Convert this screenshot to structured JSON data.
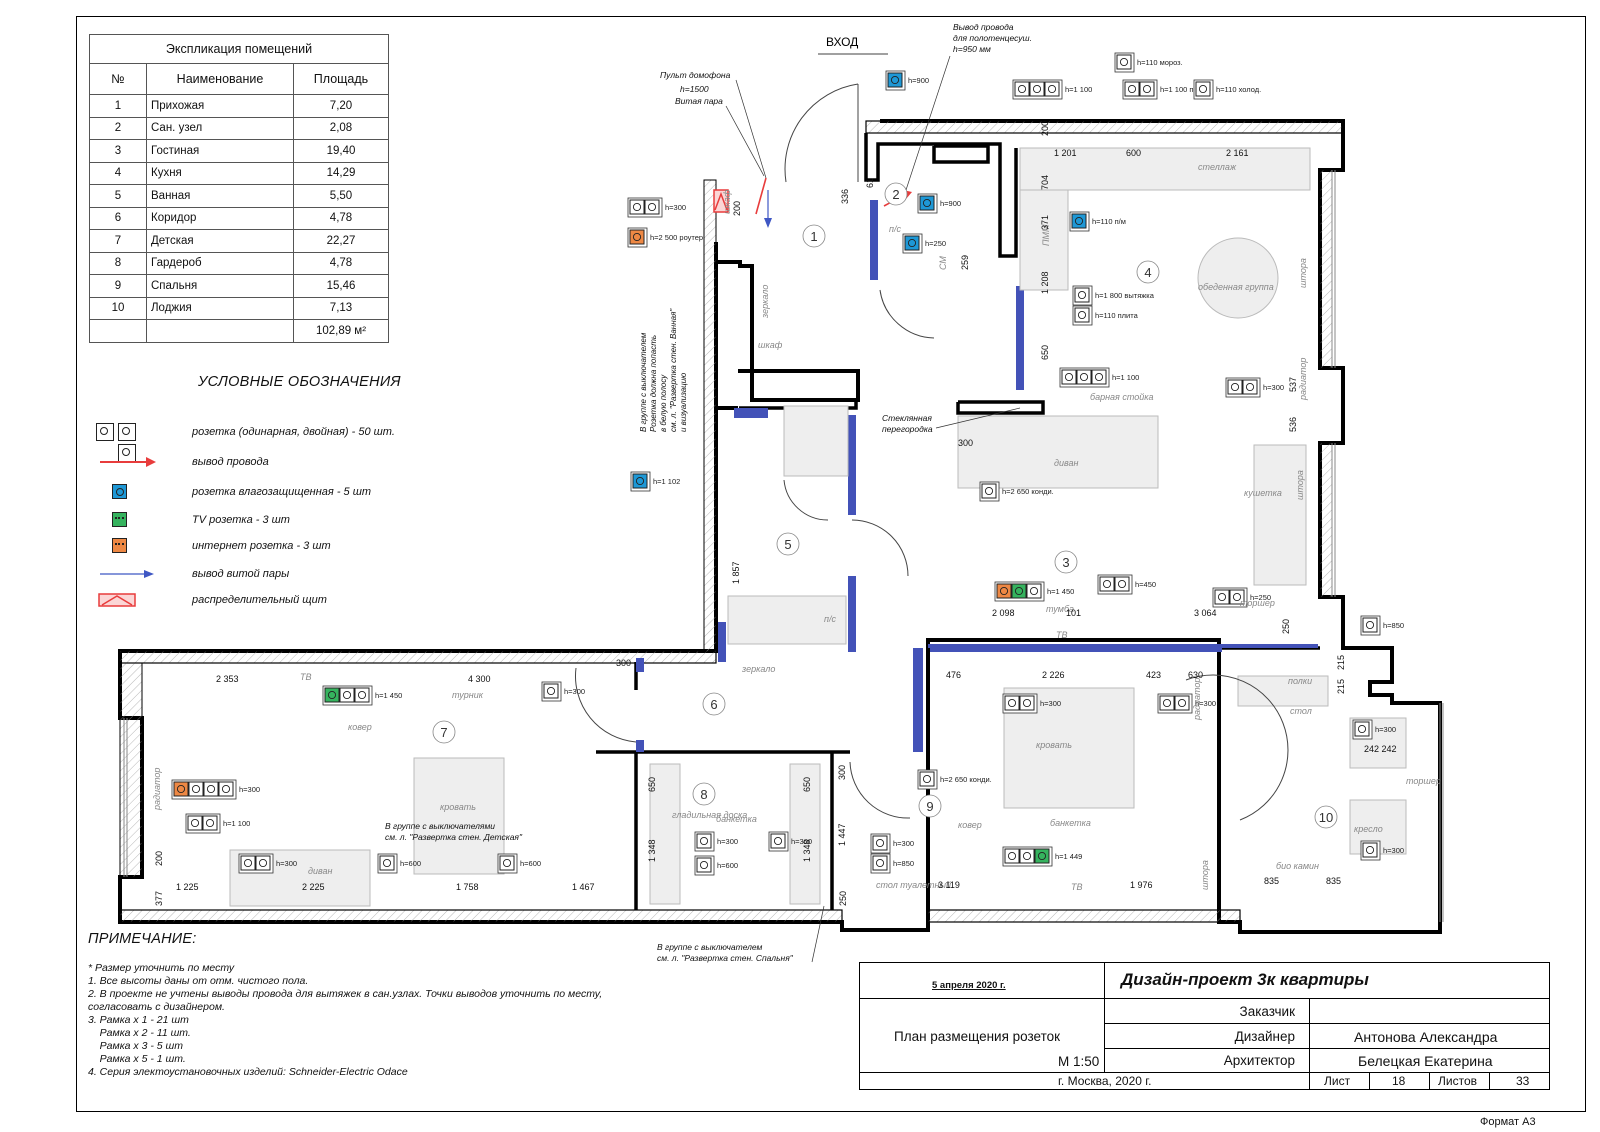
{
  "entrance": "ВХОД",
  "explication": {
    "caption": "Экспликация помещений",
    "headers": [
      "№",
      "Наименование",
      "Площадь"
    ],
    "rows": [
      [
        "1",
        "Прихожая",
        "7,20"
      ],
      [
        "2",
        "Сан. узел",
        "2,08"
      ],
      [
        "3",
        "Гостиная",
        "19,40"
      ],
      [
        "4",
        "Кухня",
        "14,29"
      ],
      [
        "5",
        "Ванная",
        "5,50"
      ],
      [
        "6",
        "Коридор",
        "4,78"
      ],
      [
        "7",
        "Детская",
        "22,27"
      ],
      [
        "8",
        "Гардероб",
        "4,78"
      ],
      [
        "9",
        "Спальня",
        "15,46"
      ],
      [
        "10",
        "Лоджия",
        "7,13"
      ]
    ],
    "total": "102,89 м²"
  },
  "legend": {
    "title": "УСЛОВНЫЕ ОБОЗНАЧЕНИЯ",
    "items": [
      {
        "icon": "socket-icon",
        "text": "розетка (одинарная, двойная) - 50 шт."
      },
      {
        "icon": "wire-outlet-arrow-icon",
        "color": "#e83c3c",
        "text": "вывод провода"
      },
      {
        "icon": "waterproof-socket-icon",
        "color": "#1e98d6",
        "text": "розетка влагозащищенная - 5 шт"
      },
      {
        "icon": "tv-socket-icon",
        "color": "#35b35e",
        "text": "TV розетка - 3 шт"
      },
      {
        "icon": "internet-socket-icon",
        "color": "#ee8844",
        "text": "интернет розетка - 3 шт"
      },
      {
        "icon": "twisted-pair-arrow-icon",
        "color": "#3f57c4",
        "text": "вывод витой пары"
      },
      {
        "icon": "distribution-board-icon",
        "color": "#e83c3c",
        "text": "распределительный щит"
      }
    ]
  },
  "notes": {
    "title": "ПРИМЕЧАНИЕ:",
    "lines": [
      "* Размер уточнить по месту",
      "1. Все высоты даны от отм. чистого пола.",
      "2. В проекте не учтены выводы провода для вытяжек в сан.узлах. Точки выводов уточнить по месту,",
      "согласовать с дизайнером.",
      "3. Рамка х 1 - 21 шт",
      "    Рамка х 2 - 11 шт.",
      "    Рамка х 3 - 5 шт",
      "    Рамка х 5 - 1 шт.",
      "4. Серия электоустановочных изделий: Schneider-Electric Odace"
    ]
  },
  "title_block": {
    "date": "5 апреля 2020 г.",
    "project": "Дизайн-проект 3к квартиры",
    "sheet_title": "План размещения розеток",
    "scale": "М 1:50",
    "customer_label": "Заказчик",
    "customer": "",
    "designer_label": "Дизайнер",
    "designer": "Антонова Александра",
    "architect_label": "Архитектор",
    "architect": "Белецкая Екатерина",
    "city": "г. Москва, 2020 г.",
    "sheet_label": "Лист",
    "sheet_no": "18",
    "sheets_label": "Листов",
    "sheets_total": "33"
  },
  "format": "Формат А3",
  "rooms": [
    "1",
    "2",
    "3",
    "4",
    "5",
    "6",
    "7",
    "8",
    "9",
    "10"
  ],
  "annotations": {
    "intercom": [
      "Пульт домофона",
      "h=1500",
      "Витая пара"
    ],
    "towel_dryer": [
      "Вывод провода",
      "для полотенцесуш.",
      "h=950 мм"
    ],
    "glass_partition": [
      "Стеклянная",
      "перегородка"
    ],
    "bath_switch_note": [
      "В группе с выключателем",
      "Розетка должна попасть",
      "в белую полосу",
      "см. л. \"Развертка стен. Ванная\"",
      "и визуализацию"
    ],
    "kids_switch_note": [
      "В группе с выключателями",
      "см. л. \"Развертка стен. Детская\""
    ],
    "bedroom_switch_note": [
      "В группе с выключателем",
      "см. л. \"Развертка стен. Спальня\""
    ]
  },
  "furniture": [
    "шкаф",
    "зеркало",
    "шкаф",
    "п/с",
    "обеденная группа",
    "барная стойка",
    "диван",
    "кушетка",
    "тумба",
    "торшер",
    "ТВ",
    "зеркало",
    "п/с",
    "турник",
    "ковер",
    "кровать",
    "диван",
    "гладильная доска",
    "банкетка",
    "кровать",
    "банкетка",
    "ковер",
    "стол",
    "полки",
    "кресло",
    "торшер",
    "био камин",
    "стеллаж",
    "СМ",
    "ПММ",
    "штора",
    "радиатор",
    "штора",
    "радиатор",
    "радиатор",
    "ТВ",
    "ТВ",
    "стол туалетный",
    "штора"
  ],
  "heights": [
    "h=300",
    "h=2 500 роутер",
    "h=900",
    "h=900",
    "h=250",
    "h=1 100",
    "h=110 мороз.",
    "h=1 100 печь",
    "h=110 холод.",
    "h=110 п/м",
    "h=1 800 вытяжка",
    "h=110 плита",
    "h=1 100",
    "h=300",
    "h=2 650 конди.",
    "h=1 102",
    "h=1 450",
    "h=450",
    "h=250",
    "h=850",
    "h=300",
    "h=300",
    "h=300",
    "h=1 450",
    "h=300",
    "h=1 100",
    "h=300",
    "h=600",
    "h=600",
    "h=300",
    "h=600",
    "h=300",
    "h=300",
    "h=850",
    "h=2 650 конди.",
    "h=1 449",
    "h=300",
    "h=300"
  ],
  "dimensions": [
    "1 201",
    "600",
    "2 161",
    "200",
    "704",
    "371",
    "1 208",
    "650",
    "61",
    "336",
    "259",
    "200",
    "2 098",
    "101",
    "3 064",
    "250",
    "537",
    "536",
    "300",
    "476",
    "2 226",
    "423",
    "630",
    "215",
    "215",
    "2 353",
    "4 300",
    "300",
    "1 225",
    "2 225",
    "1 758",
    "1 467",
    "377",
    "200",
    "650",
    "1 348",
    "650",
    "1 348",
    "300",
    "1 447",
    "250",
    "3 119",
    "1 976",
    "835",
    "835",
    "242 242",
    "1 857"
  ]
}
